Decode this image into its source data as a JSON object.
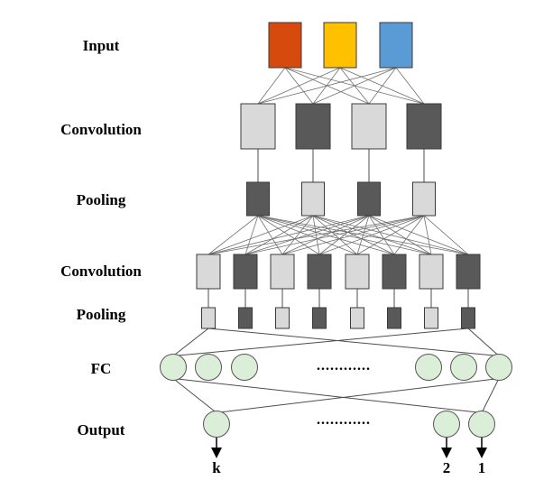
{
  "labels": {
    "input": "Input",
    "convolution_1": "Convolution",
    "pooling_1": "Pooling",
    "convolution_2": "Convolution",
    "pooling_2": "Pooling",
    "fc": "FC",
    "output": "Output"
  },
  "fc_ellipsis": "............",
  "output_ellipsis": "............",
  "output_labels": {
    "k": "k",
    "two": "2",
    "one": "1"
  },
  "colors": {
    "input_red": "#d64a0e",
    "input_yellow": "#ffc000",
    "input_blue": "#5b9bd5",
    "light_gray": "#d9d9d9",
    "dark_gray": "#595959",
    "node_fill": "#dbeed7"
  },
  "layers": {
    "input": [
      "red",
      "yellow",
      "blue"
    ],
    "convolution_1": [
      "light",
      "dark",
      "light",
      "dark"
    ],
    "pooling_1": [
      "dark",
      "light",
      "dark",
      "light"
    ],
    "convolution_2": [
      "light",
      "dark",
      "light",
      "dark",
      "light",
      "dark",
      "light",
      "dark"
    ],
    "pooling_2": [
      "light",
      "dark",
      "light",
      "dark",
      "light",
      "dark",
      "light",
      "dark"
    ],
    "fc_node_count": 6,
    "output_node_count": 3
  }
}
